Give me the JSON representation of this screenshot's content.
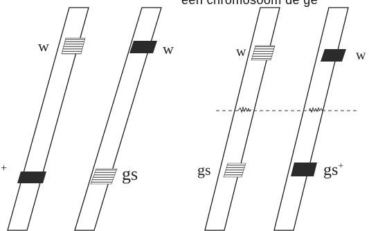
{
  "header": {
    "partial_caption": "een chromosoom de ge"
  },
  "left_pair": {
    "chromosome_a": {
      "top_label": "w",
      "bottom_label": "+"
    },
    "chromosome_b": {
      "top_label": "w",
      "bottom_label": "gs"
    }
  },
  "right_pair": {
    "chromosome_a": {
      "top_label": "w",
      "bottom_label": "gs"
    },
    "chromosome_b": {
      "top_label": "w",
      "bottom_label": "gs",
      "bottom_superscript": "+"
    }
  },
  "colors": {
    "outline": "#1a1a1a",
    "dark_band": "#2b2b2b",
    "background": "#ffffff"
  }
}
